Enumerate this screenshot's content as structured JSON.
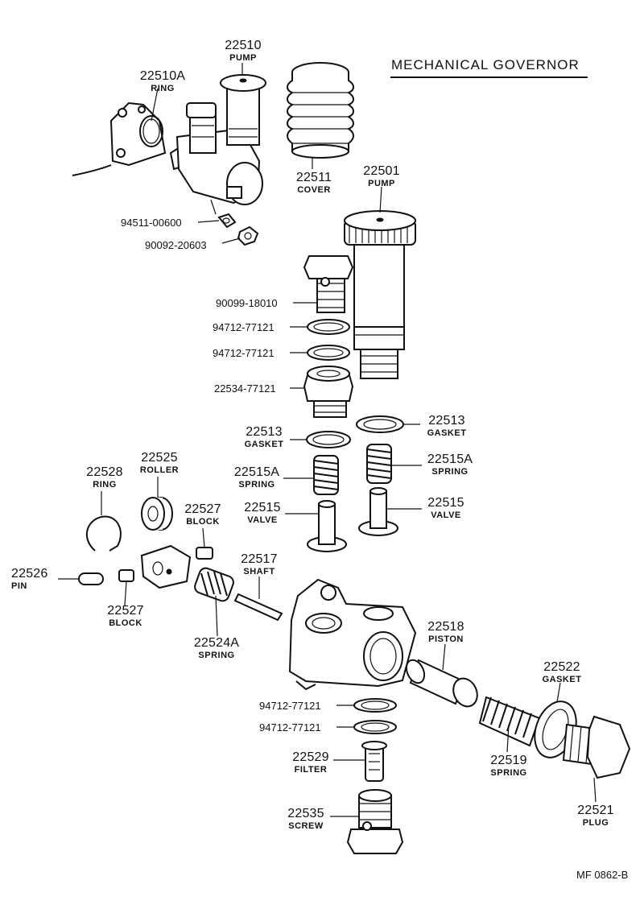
{
  "diagram": {
    "title": "MECHANICAL GOVERNOR",
    "code": "MF  0862-B",
    "parts": [
      {
        "num": "22510",
        "name": "PUMP"
      },
      {
        "num": "22510A",
        "name": "RING"
      },
      {
        "num": "22511",
        "name": "COVER"
      },
      {
        "num": "22501",
        "name": "PUMP"
      },
      {
        "num": "94511-00600",
        "name": ""
      },
      {
        "num": "90092-20603",
        "name": ""
      },
      {
        "num": "90099-18010",
        "name": ""
      },
      {
        "num": "94712-77121",
        "name": ""
      },
      {
        "num": "94712-77121",
        "name": ""
      },
      {
        "num": "22534-77121",
        "name": ""
      },
      {
        "num": "22513",
        "name": "GASKET"
      },
      {
        "num": "22513",
        "name": "GASKET"
      },
      {
        "num": "22515A",
        "name": "SPRING"
      },
      {
        "num": "22515A",
        "name": "SPRING"
      },
      {
        "num": "22515",
        "name": "VALVE"
      },
      {
        "num": "22515",
        "name": "VALVE"
      },
      {
        "num": "22528",
        "name": "RING"
      },
      {
        "num": "22525",
        "name": "ROLLER"
      },
      {
        "num": "22527",
        "name": "BLOCK"
      },
      {
        "num": "22526",
        "name": "PIN"
      },
      {
        "num": "22527",
        "name": "BLOCK"
      },
      {
        "num": "22517",
        "name": "SHAFT"
      },
      {
        "num": "22524A",
        "name": "SPRING"
      },
      {
        "num": "22518",
        "name": "PISTON"
      },
      {
        "num": "22522",
        "name": "GASKET"
      },
      {
        "num": "94712-77121",
        "name": ""
      },
      {
        "num": "94712-77121",
        "name": ""
      },
      {
        "num": "22529",
        "name": "FILTER"
      },
      {
        "num": "22519",
        "name": "SPRING"
      },
      {
        "num": "22535",
        "name": "SCREW"
      },
      {
        "num": "22521",
        "name": "PLUG"
      }
    ]
  }
}
